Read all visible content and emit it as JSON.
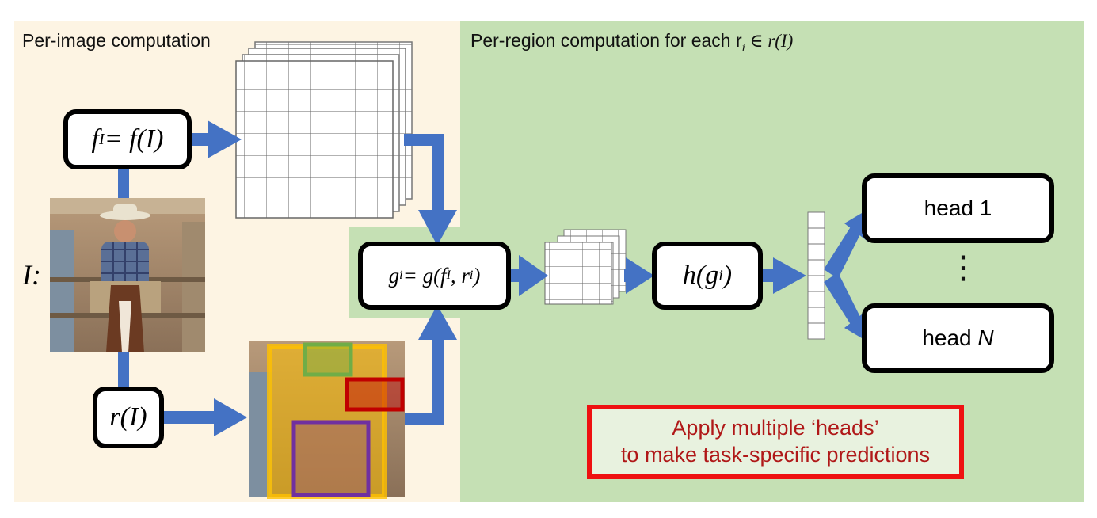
{
  "panels": {
    "per_image_title": "Per-image computation",
    "per_region_title": "Per-region computation for each r",
    "per_region_sub": "i",
    "per_region_tail": " ∈ r(I)"
  },
  "nodes": {
    "f": {
      "lhs": "f",
      "lhs_sub": "I",
      "rhs": " = f(I)"
    },
    "r": {
      "label": "r(I)"
    },
    "g": {
      "lhs": "g",
      "lhs_sub": "i",
      "rhs": " = g(f",
      "rhs_sub1": "I",
      "mid": ", r",
      "rhs_sub2": "i",
      "tail": ")"
    },
    "h": {
      "main": "h(g",
      "sub": "i",
      "tail": ")"
    },
    "head1": {
      "label": "head 1"
    },
    "headN": {
      "label": "head ",
      "n": "N"
    },
    "vdots": "⋮"
  },
  "image_label": "I:",
  "callout": {
    "line1": "Apply multiple ‘heads’",
    "line2": "to make task-specific predictions"
  },
  "colors": {
    "per_image_bg": "#fdf4e3",
    "per_region_bg": "#c5e0b4",
    "arrow": "#4472c4",
    "callout_border": "#ee1111",
    "callout_text": "#b01818",
    "box_yellow": "#ffc000",
    "box_green": "#70ad47",
    "box_red": "#c00000",
    "box_purple": "#7030a0"
  }
}
